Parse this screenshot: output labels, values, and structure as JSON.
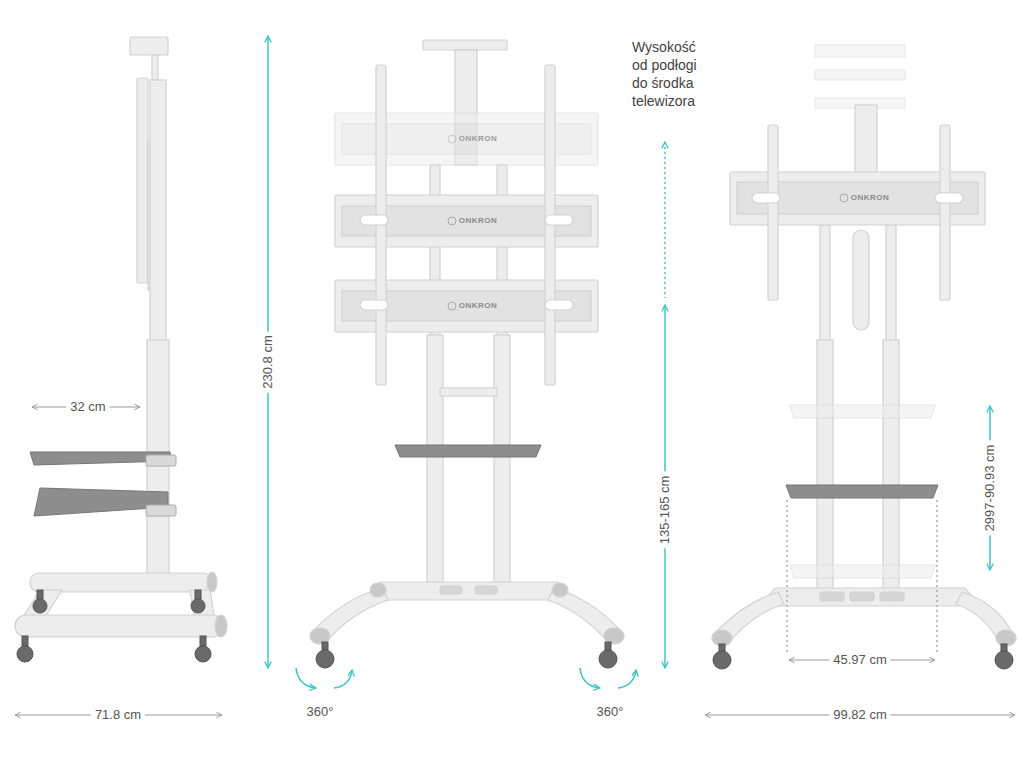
{
  "diagram": {
    "labels": [
      "32 cm",
      "71.8 cm",
      "230.8 cm",
      "360°",
      "360°",
      "Wysokość od podłogi do środka telewizora",
      "135-165 cm",
      "2997-90.93 cm",
      "45.97 cm",
      "99.82 cm",
      "ONKRON",
      "ONKRON",
      "ONKRON",
      "ONKRON"
    ]
  }
}
